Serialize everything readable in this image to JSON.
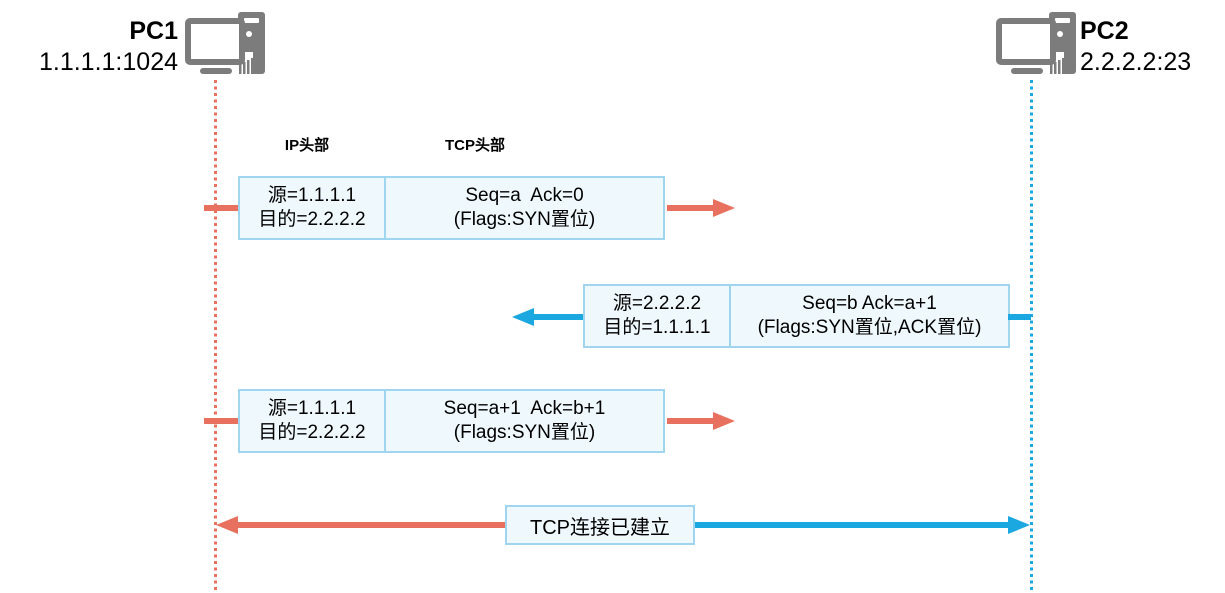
{
  "nodes": {
    "pc1": {
      "name": "PC1",
      "address": "1.1.1.1:1024"
    },
    "pc2": {
      "name": "PC2",
      "address": "2.2.2.2:23"
    }
  },
  "column_headers": {
    "ip": "IP头部",
    "tcp": "TCP头部"
  },
  "messages": [
    {
      "direction": "right",
      "ip_source": "源=1.1.1.1",
      "ip_dest": "目的=2.2.2.2",
      "tcp_line1": "Seq=a  Ack=0",
      "tcp_line2": "(Flags:SYN置位)"
    },
    {
      "direction": "left",
      "ip_source": "源=2.2.2.2",
      "ip_dest": "目的=1.1.1.1",
      "tcp_line1": "Seq=b Ack=a+1",
      "tcp_line2": "(Flags:SYN置位,ACK置位)"
    },
    {
      "direction": "right",
      "ip_source": "源=1.1.1.1",
      "ip_dest": "目的=2.2.2.2",
      "tcp_line1": "Seq=a+1  Ack=b+1",
      "tcp_line2": "(Flags:SYN置位)"
    }
  ],
  "status_label": "TCP连接已建立",
  "colors": {
    "client_red": "#E8705E",
    "server_blue": "#1BA7E0",
    "box_border": "#9FD5EE",
    "box_bg": "#EFF8FC",
    "icon_gray": "#7C7C7C"
  }
}
